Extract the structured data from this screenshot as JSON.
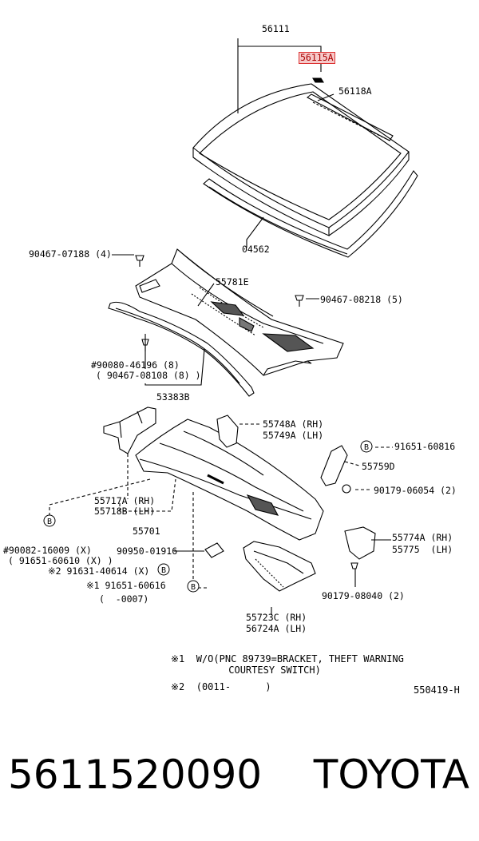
{
  "callouts": {
    "c56111": "56111",
    "c56115A": "56115A",
    "c56118A": "56118A",
    "c04562": "04562",
    "c90467_07188": "90467-07188 (4)",
    "c55781E": "55781E",
    "c90467_08218": "90467-08218 (5)",
    "c90080_46196": "#90080-46196 (8)",
    "c90467_08108": "( 90467-08108 (8) )",
    "c53383B": "53383B",
    "c55748A": "55748A (RH)",
    "c55749A": "55749A (LH)",
    "c91651_60816": "91651-60816",
    "c55759D": "55759D",
    "c90179_06054": "90179-06054 (2)",
    "c55717A": "55717A (RH)",
    "c55718B": "55718B (LH)",
    "c55701": "55701",
    "c90082_16009": "#90082-16009 (X)",
    "c91651_60610": "( 91651-60610 (X) )",
    "c91631_40614": "※2 91631-40614 (X)",
    "c91651_60616": "※1 91651-60616",
    "c0007": "(  -0007)",
    "c90950_01916": "90950-01916",
    "c55774A": "55774A (RH)",
    "c55775": "55775  (LH)",
    "c90179_08040": "90179-08040 (2)",
    "c55723C": "55723C (RH)",
    "c56724A": "56724A (LH)",
    "ref_b": "B"
  },
  "notes": {
    "n1": "※1  W/O(PNC 89739=BRACKET, THEFT WARNING\n          COURTESY SWITCH)",
    "n2": "※2  (0011-      )",
    "code": "550419-H"
  },
  "footer": {
    "part_number": "5611520090",
    "brand": "TOYOTA"
  },
  "highlight_color": "#d33333"
}
